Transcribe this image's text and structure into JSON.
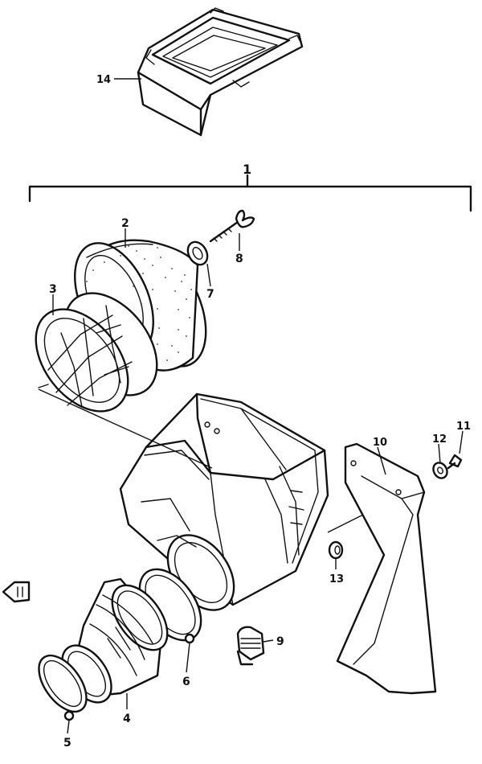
{
  "diagram": {
    "callouts": [
      {
        "id": "c1",
        "label": "1"
      },
      {
        "id": "c2",
        "label": "2"
      },
      {
        "id": "c3",
        "label": "3"
      },
      {
        "id": "c4",
        "label": "4"
      },
      {
        "id": "c5",
        "label": "5"
      },
      {
        "id": "c6",
        "label": "6"
      },
      {
        "id": "c7",
        "label": "7"
      },
      {
        "id": "c8",
        "label": "8"
      },
      {
        "id": "c9",
        "label": "9"
      },
      {
        "id": "c10",
        "label": "10"
      },
      {
        "id": "c11",
        "label": "11"
      },
      {
        "id": "c12",
        "label": "12"
      },
      {
        "id": "c13",
        "label": "13"
      },
      {
        "id": "c14",
        "label": "14"
      }
    ],
    "parts": [
      {
        "name": "air-box-lid-part",
        "callout": "14"
      },
      {
        "name": "filter-element-part",
        "callout": "2"
      },
      {
        "name": "filter-cage-part",
        "callout": "3"
      },
      {
        "name": "wing-bolt-part",
        "callout": "8"
      },
      {
        "name": "washer-part",
        "callout": "7"
      },
      {
        "name": "air-cleaner-case-part",
        "callout": "1"
      },
      {
        "name": "intake-pipe-part",
        "callout": "4"
      },
      {
        "name": "hose-clamp-small-part",
        "callout": "5"
      },
      {
        "name": "hose-clamp-large-part",
        "callout": "6"
      },
      {
        "name": "drain-plug-part",
        "callout": "9"
      },
      {
        "name": "intake-duct-part",
        "callout": "10"
      },
      {
        "name": "screw-part",
        "callout": "11"
      },
      {
        "name": "duct-washer-part",
        "callout": "12"
      },
      {
        "name": "grommet-part",
        "callout": "13"
      }
    ]
  }
}
